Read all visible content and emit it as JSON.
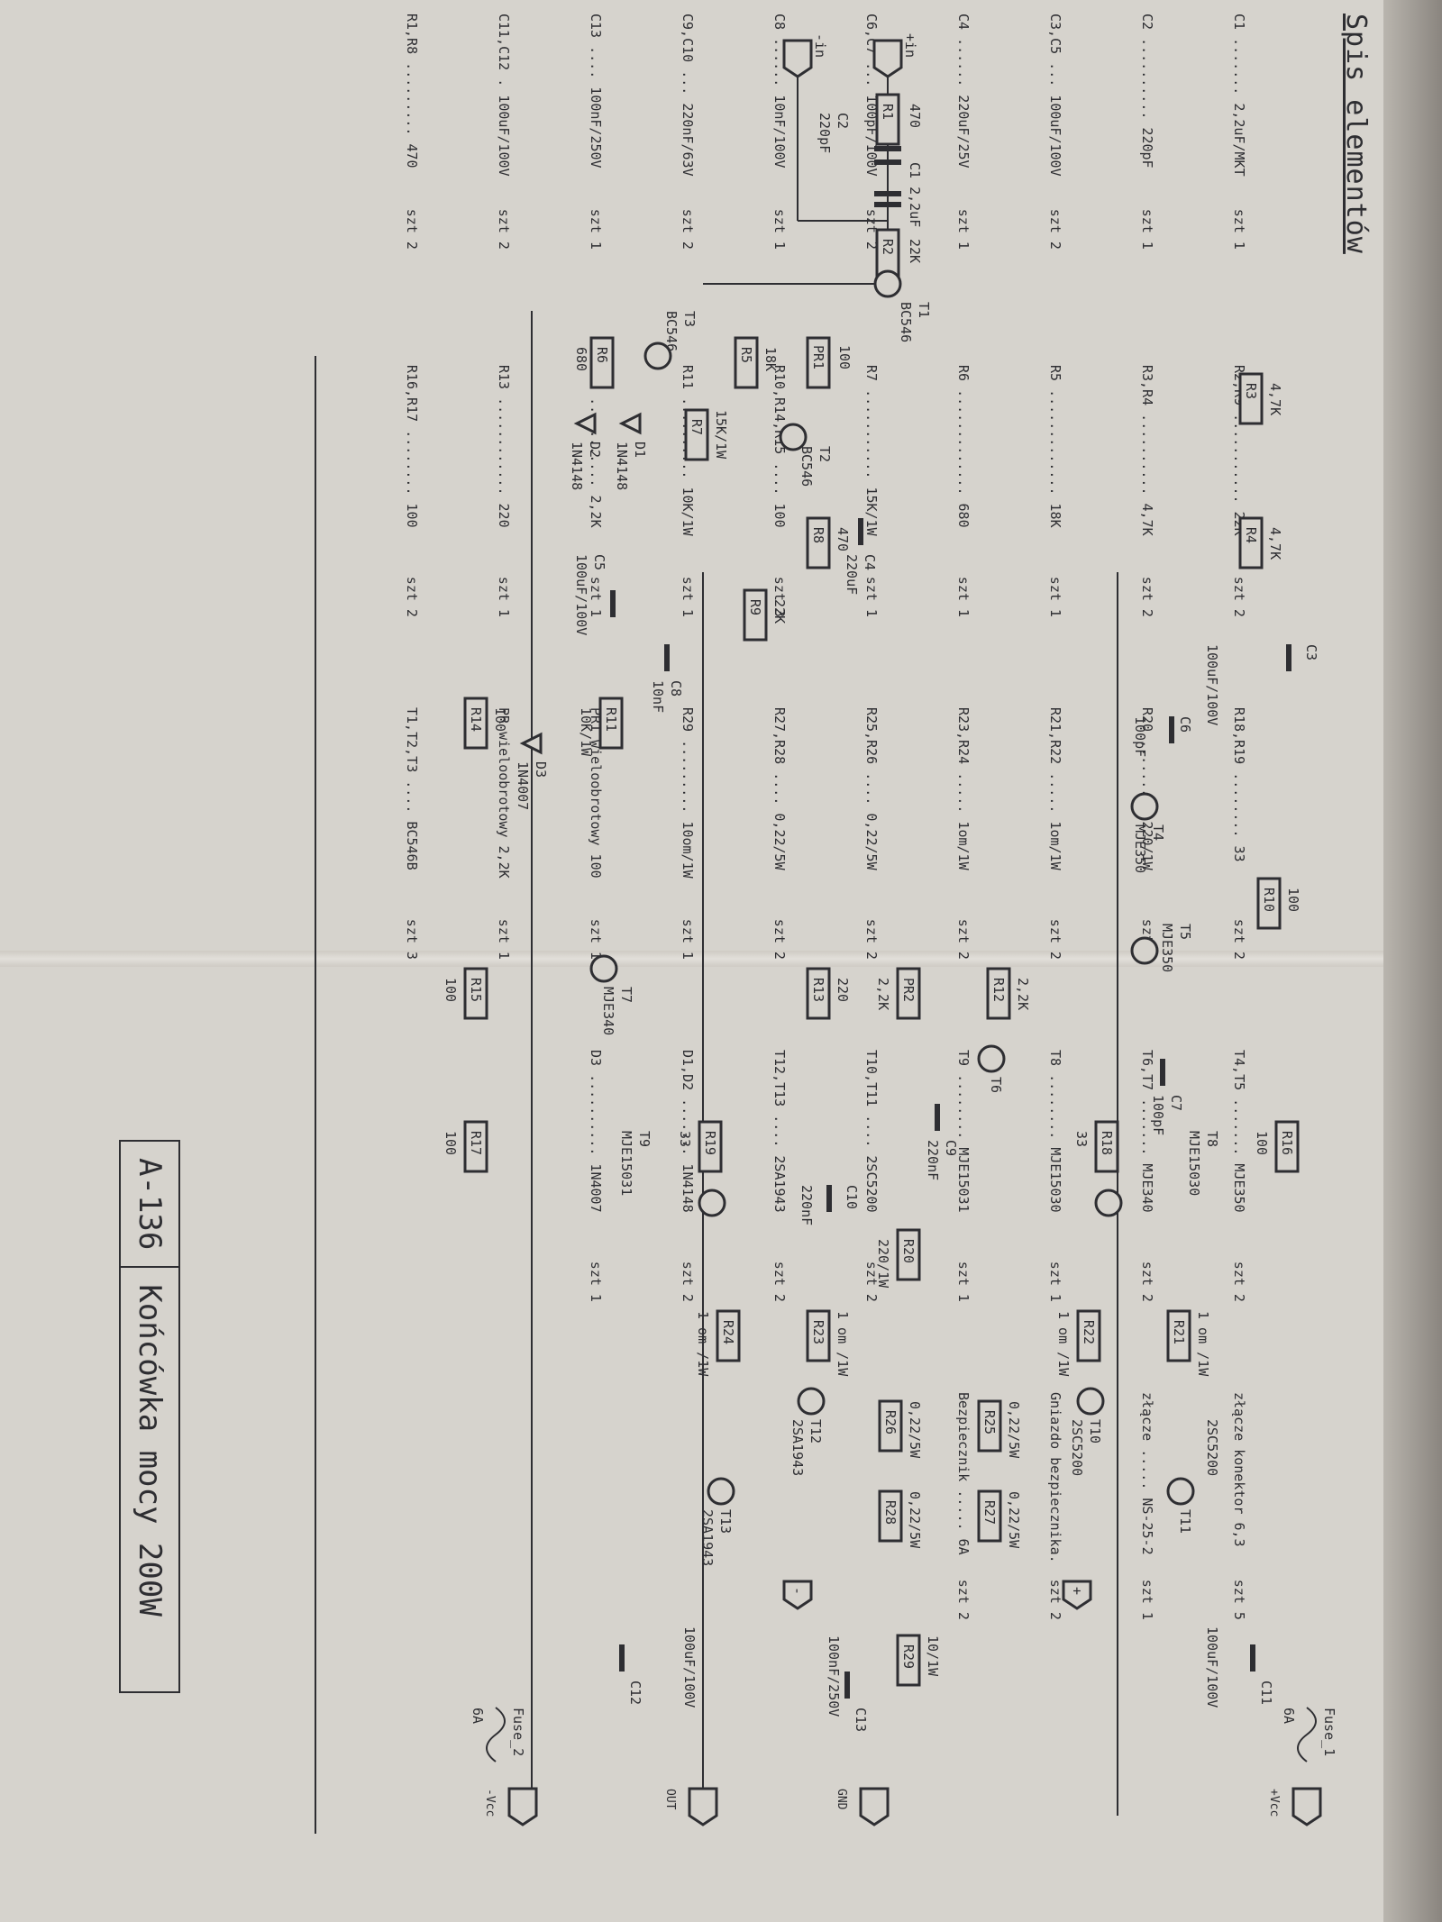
{
  "schematic": {
    "labels": {
      "in_plus": "+in",
      "in_minus": "-in",
      "r1": "R1",
      "r1_val": "470",
      "c2": "C2",
      "c2_val": "220pF",
      "c1": "C1 2,2uF",
      "r2": "R2",
      "r2_val": "22K",
      "t1": "T1",
      "t1_type": "BC546",
      "pr1": "PR1",
      "pr1_val": "100",
      "r5": "R5",
      "r5_val": "18K",
      "t3": "T3",
      "t3_type": "BC546",
      "r6": "R6",
      "r6_val": "680",
      "r7": "R7",
      "r7_val": "15K/1W",
      "d1": "D1",
      "d1_type": "1N4148",
      "d2": "D2",
      "d2_type": "1N4148",
      "t2": "T2",
      "t2_type": "BC546",
      "r8": "R8",
      "r8_val": "470",
      "c4": "C4",
      "c4_val": "220uF",
      "r9": "R9",
      "r9_val": "22K",
      "c5": "C5",
      "c5_val": "100uF/100V",
      "c8": "C8",
      "c8_val": "10nF",
      "r11": "R11",
      "r11_val": "10K/1W",
      "r14": "R14",
      "r14_val": "100",
      "d3": "D3",
      "d3_type": "1N4007",
      "r3": "R3",
      "r3_val": "4,7K",
      "r4": "R4",
      "r4_val": "4,7K",
      "c3": "C3",
      "c3_val": "100uF/100V",
      "c6": "C6",
      "c6_val": "100pF",
      "t4": "T4",
      "t4_type": "MJE350",
      "t5": "T5",
      "t5_type": "MJE350",
      "r10": "R10",
      "r10_val": "100",
      "r12": "R12",
      "r12_val": "2,2K",
      "pr2": "PR2",
      "pr2_val": "2,2K",
      "r13": "R13",
      "r13_val": "220",
      "r15": "R15",
      "r15_val": "100",
      "t7": "T7",
      "t7_type": "MJE340",
      "t6": "T6",
      "c7": "C7",
      "c7_val": "100pF",
      "c9": "C9",
      "c9_val": "220nF",
      "r16": "R16",
      "r16_val": "100",
      "r17": "R17",
      "r17_val": "100",
      "r18": "R18",
      "r18_val": "33",
      "r19": "R19",
      "r19_val": "33",
      "c10": "C10",
      "c10_val": "220nF",
      "t8": "T8",
      "t8_type": "MJE15030",
      "t9": "T9",
      "t9_type": "MJE15031",
      "r20": "R20",
      "r20_val": "220/1W",
      "r21": "R21",
      "r21_val": "1 om /1W",
      "r22": "R22",
      "r22_val": "1 om /1W",
      "r23": "R23",
      "r23_val": "1 om /1W",
      "r24": "R24",
      "r24_val": "1 om /1W",
      "t10": "T10",
      "t10_type": "2SC5200",
      "t11": "T11",
      "t11_type": "2SC5200",
      "t12": "T12",
      "t12_type": "2SA1943",
      "t13": "T13",
      "t13_type": "2SA1943",
      "r25": "R25",
      "r25_val": "0,22/5W",
      "r26": "R26",
      "r26_val": "0,22/5W",
      "r27": "R27",
      "r27_val": "0,22/5W",
      "r28": "R28",
      "r28_val": "0,22/5W",
      "r29": "R29",
      "r29_val": "10/1W",
      "c11": "C11",
      "c11_val": "100uF/100V",
      "c12": "C12",
      "c12_val": "100uF/100V",
      "c13": "C13",
      "c13_val": "100nF/250V",
      "fuse1": "Fuse_1",
      "fuse1_val": "6A",
      "fuse2": "Fuse_2",
      "fuse2_val": "6A",
      "plus_conn": "+",
      "minus_conn": "-",
      "vcc_plus": "+Vcc",
      "vcc_minus": "-Vcc",
      "out": "OUT",
      "gnd": "GND"
    }
  },
  "bom": {
    "title": "Spis elementów",
    "col1": [
      "C1 ....... 2,2uF/MKT    szt 1",
      "C2 .......... 220pF     szt 1",
      "C3,C5 ... 100uF/100V    szt 2",
      "C4 ...... 220uF/25V     szt 1",
      "C6,C7 ... 100pF/100V    szt 2",
      "C8 ...... 10nF/100V     szt 1",
      "C9,C10 ... 220nF/63V    szt 2",
      "C13 .... 100nF/250V     szt 1",
      "C11,C12 . 100uF/100V    szt 2",
      "R1,R8 ......... 470     szt 2"
    ],
    "col2": [
      "R2,R9 ........... 22K     szt 2",
      "R3,R4 .......... 4,7K     szt 2",
      "R5 ............. 18K      szt 1",
      "R6 ............. 680      szt 1",
      "R7 ........... 15K/1W     szt 1",
      "R10,R14,R15 .... 100      szt 3",
      "R11 .......... 10K/1W     szt 1",
      "R12 ........... 2,2K      szt 1",
      "R13 ............ 220      szt 1",
      "R16,R17 ........ 100      szt 2"
    ],
    "col3": [
      "R18,R19 ........ 33       szt 2",
      "R20 ......... 220/1W      szt 1",
      "R21,R22 ..... 1om/1W      szt 2",
      "R23,R24 ..... 1om/1W      szt 2",
      "R25,R26 .... 0,22/5W      szt 2",
      "R27,R28 .... 0,22/5W      szt 2",
      "R29 ......... 10om/1W     szt 1",
      "PR1 wieloobrotowy 100     szt 1",
      "PR wieloobrotowy 2,2K     szt 1",
      "T1,T2,T3 .... BC546B      szt 3"
    ],
    "col4": [
      "T4,T5 ....... MJE350      szt 2",
      "T6,T7 ....... MJE340      szt 2",
      "T8 ........ MJE15030      szt 1",
      "T9 ........ MJE15031      szt 1",
      "T10,T11 .... 2SC5200      szt 2",
      "T12,T13 .... 2SA1943      szt 2",
      "D1,D2 ....... 1N4148      szt 2",
      "D3 .......... 1N4007      szt 1"
    ],
    "col5": [
      "złącze konektor 6,3    szt 5",
      "złącze ..... NS-25-2   szt 1",
      "Gniazdo bezpiecznika.  szt 2",
      "Bezpiecznik ..... 6A   szt 2"
    ]
  },
  "title": {
    "code": "A-136",
    "name": "Końcówka mocy 200W"
  }
}
